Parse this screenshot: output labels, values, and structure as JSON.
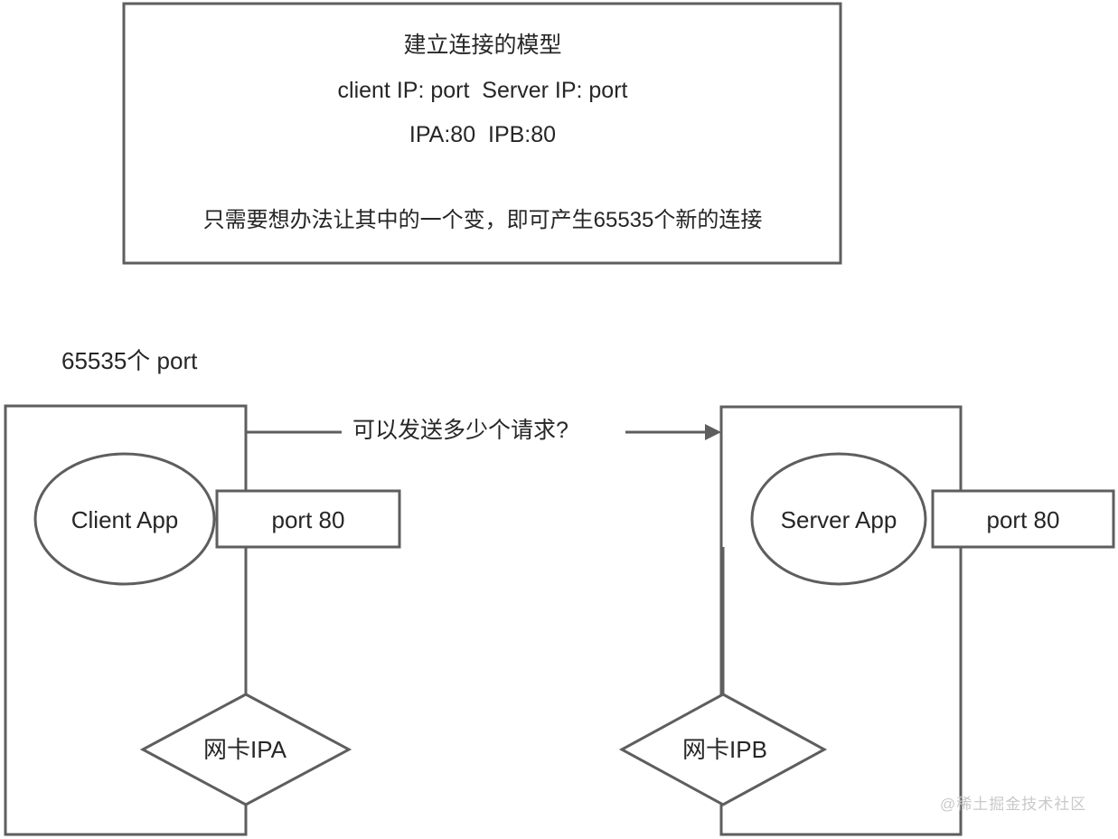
{
  "meta": {
    "stroke_color": "#5e5e5e",
    "text_color": "#262626",
    "background": "#ffffff",
    "watermark_color": "#c9c9c9"
  },
  "panel": {
    "title": "建立连接的模型",
    "tuple": "client IP: port  Server IP: port",
    "values": "IPA:80  IPB:80",
    "note": "只需要想办法让其中的一个变，即可产生65535个新的连接"
  },
  "labels": {
    "ports": "65535个 port",
    "flow": "可以发送多少个请求?"
  },
  "client": {
    "app": "Client App",
    "port": "port 80",
    "nic": "网卡IPA"
  },
  "server": {
    "app": "Server App",
    "port": "port 80",
    "nic": "网卡IPB"
  },
  "watermark": "@稀土掘金技术社区"
}
